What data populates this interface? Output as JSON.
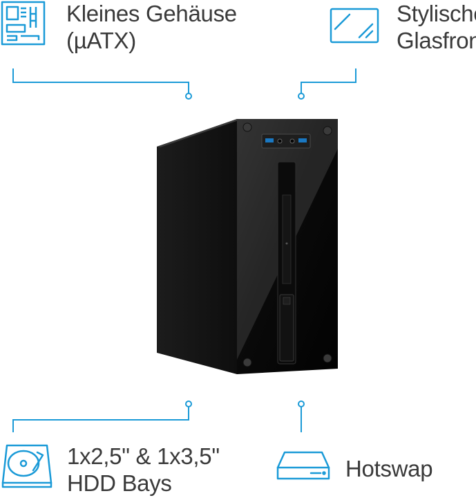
{
  "colors": {
    "accent": "#1a9ad7",
    "text": "#3a3a3a",
    "case_body": "#141414",
    "case_front": "#050505"
  },
  "features": {
    "top_left": {
      "icon": "motherboard-icon",
      "line1": "Kleines Gehäuse",
      "line2": "(µATX)"
    },
    "top_right": {
      "icon": "glass-panel-icon",
      "line1": "Stylische",
      "line2": "Glasfront"
    },
    "bottom_left": {
      "icon": "hard-drive-icon",
      "line1": "1x2,5\" & 1x3,5\"",
      "line2": "HDD Bays"
    },
    "bottom_right": {
      "icon": "hotswap-drive-icon",
      "line1": "Hotswap"
    }
  },
  "product": {
    "icon": "pc-tower-case"
  }
}
